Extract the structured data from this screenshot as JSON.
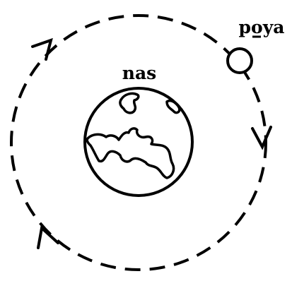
{
  "labels": {
    "earth": "nas",
    "moon": "poya"
  },
  "icons": {
    "earth": "earth-globe-icon",
    "moon": "moon-circle-icon",
    "orbit": "dashed-orbit-path",
    "arrows": [
      "arrow-head-icon",
      "arrow-head-icon",
      "arrow-head-icon"
    ]
  },
  "colors": {
    "ink": "#000000",
    "background": "#ffffff"
  }
}
